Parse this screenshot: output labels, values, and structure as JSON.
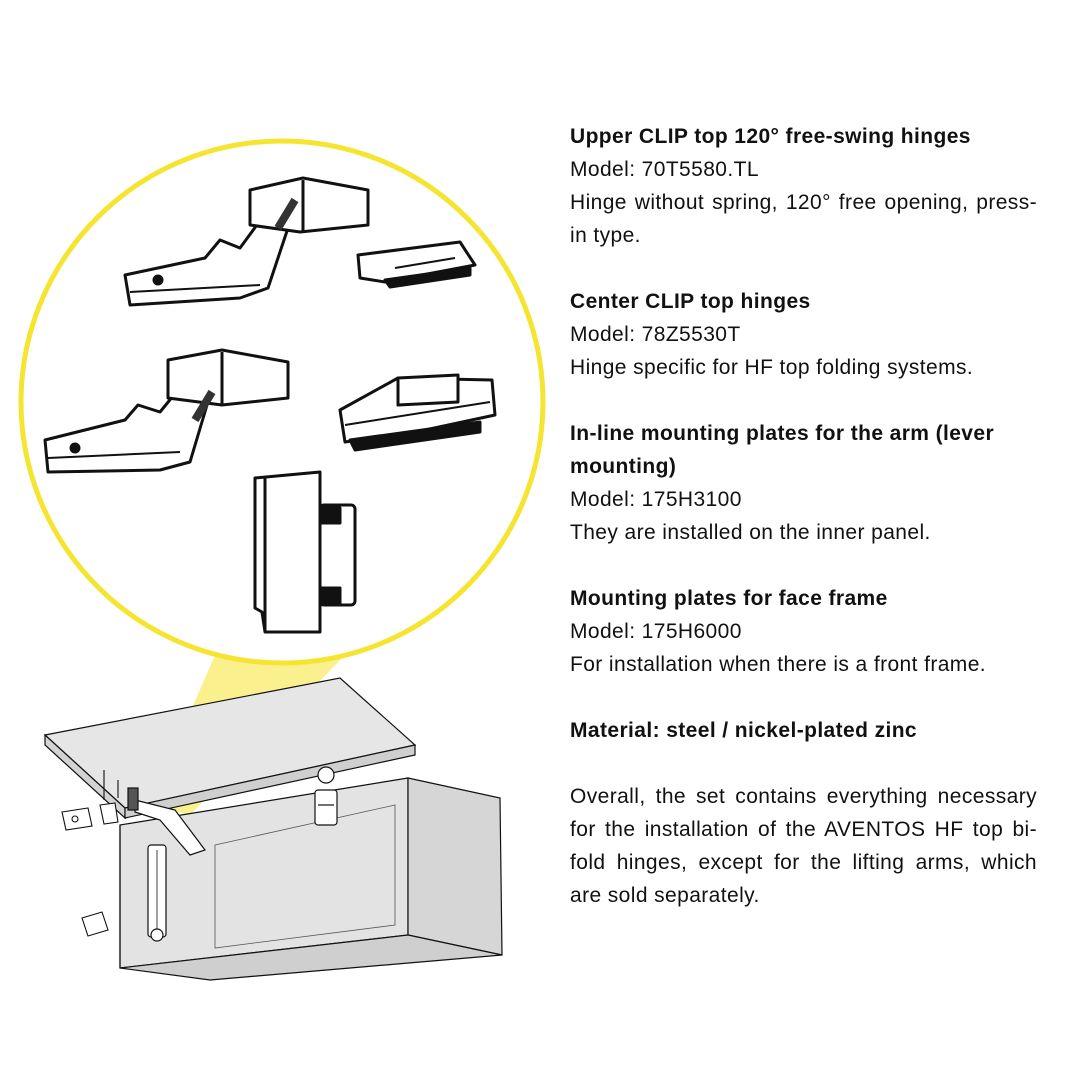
{
  "sections": [
    {
      "heading": "Upper CLIP top 120° free-swing hinges",
      "model": "Model: 70T5580.TL",
      "description": "Hinge without spring, 120° free opening, press-in type."
    },
    {
      "heading": "Center CLIP top hinges",
      "model": "Model: 78Z5530T",
      "description": "Hinge specific for HF top folding systems."
    },
    {
      "heading": "In-line mounting plates for the arm (lever mounting)",
      "model": "Model: 175H3100",
      "description": "They are installed on the inner panel."
    },
    {
      "heading": "Mounting plates for face frame",
      "model": "Model: 175H6000",
      "description": "For installation when there is a front frame."
    }
  ],
  "material": "Material: steel / nickel-plated zinc",
  "summary": "Overall, the set contains everything necessary for the installation of the AVENTOS HF top bi-fold hinges, except for the lifting arms, which are sold separately.",
  "colors": {
    "highlight": "#f5e430",
    "cabinet": "#e3e3e3",
    "outline": "#111111"
  },
  "icons": [
    "hinge-icon",
    "mounting-plate-icon",
    "cabinet-illustration"
  ]
}
